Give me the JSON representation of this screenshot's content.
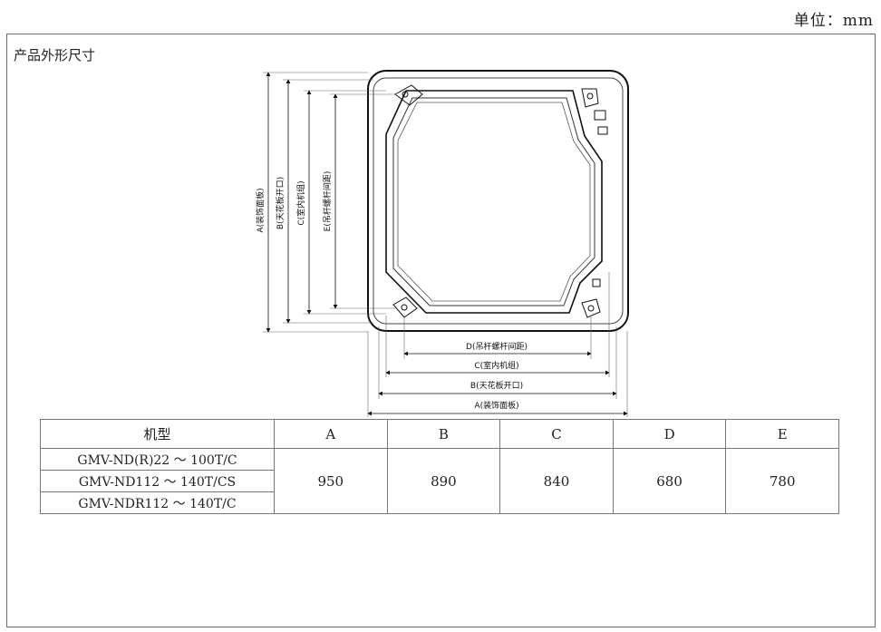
{
  "unit_label": "单位：mm",
  "section_title": "产品外形尺寸",
  "drawing_labels": {
    "a_vertical": "A(装饰面板)",
    "b_vertical": "B(天花板开口)",
    "c_vertical": "C(室内机组)",
    "e_vertical": "E(吊杆螺杆间距)",
    "d_horizontal": "D(吊杆螺杆间距)",
    "c_horizontal": "C(室内机组)",
    "b_horizontal": "B(天花板开口)",
    "a_horizontal": "A(装饰面板)"
  },
  "table": {
    "headers": [
      "机型",
      "A",
      "B",
      "C",
      "D",
      "E"
    ],
    "models": [
      "GMV-ND(R)22 ～ 100T/C",
      "GMV-ND112 ～ 140T/CS",
      "GMV-NDR112 ～ 140T/C"
    ],
    "values": [
      "950",
      "890",
      "840",
      "680",
      "780"
    ]
  }
}
